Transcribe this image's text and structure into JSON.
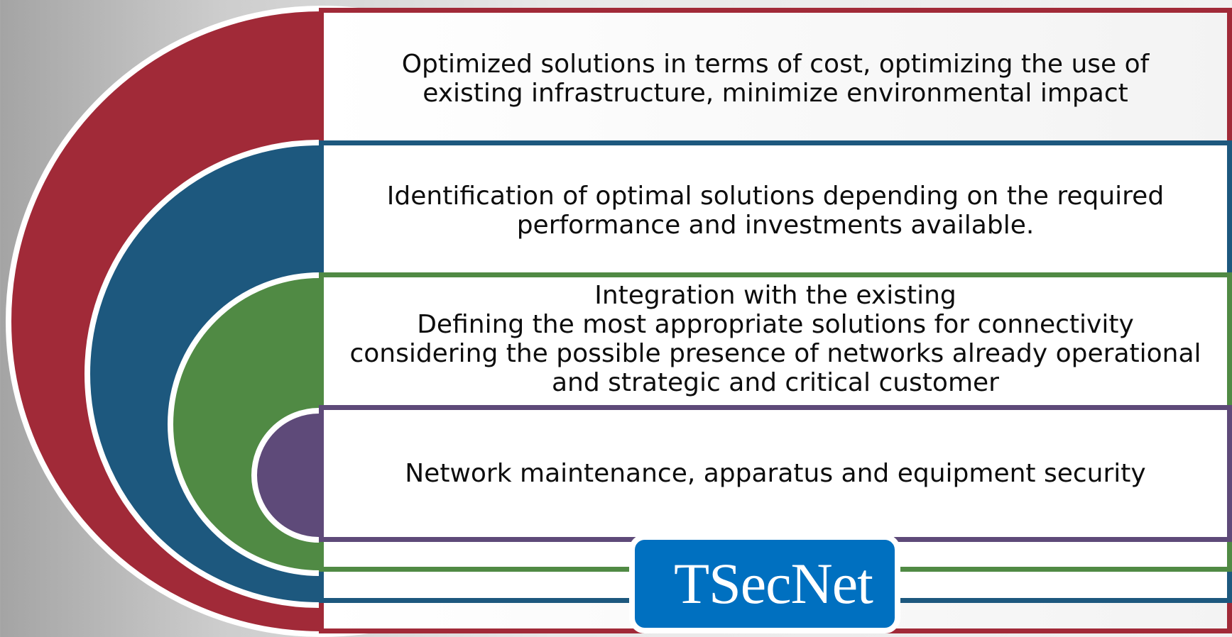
{
  "colors": {
    "red": "#a12a38",
    "blue": "#1d587e",
    "green": "#508a44",
    "purple": "#5e4a79",
    "logo_blue": "#0070c0"
  },
  "items": [
    {
      "color": "red",
      "lines": [
        "Optimized solutions in terms of cost, optimizing the use of",
        "existing infrastructure, minimize environmental impact"
      ]
    },
    {
      "color": "blue",
      "lines": [
        "Identification of optimal solutions depending on the required",
        "performance and investments available."
      ]
    },
    {
      "color": "green",
      "lines": [
        "Integration with the existing",
        "Defining the most appropriate solutions for connectivity",
        "considering the possible presence of networks already operational",
        "and strategic and critical customer"
      ]
    },
    {
      "color": "purple",
      "lines": [
        "Network maintenance, apparatus and equipment security"
      ]
    }
  ],
  "logo": {
    "text": "TSecNet"
  }
}
